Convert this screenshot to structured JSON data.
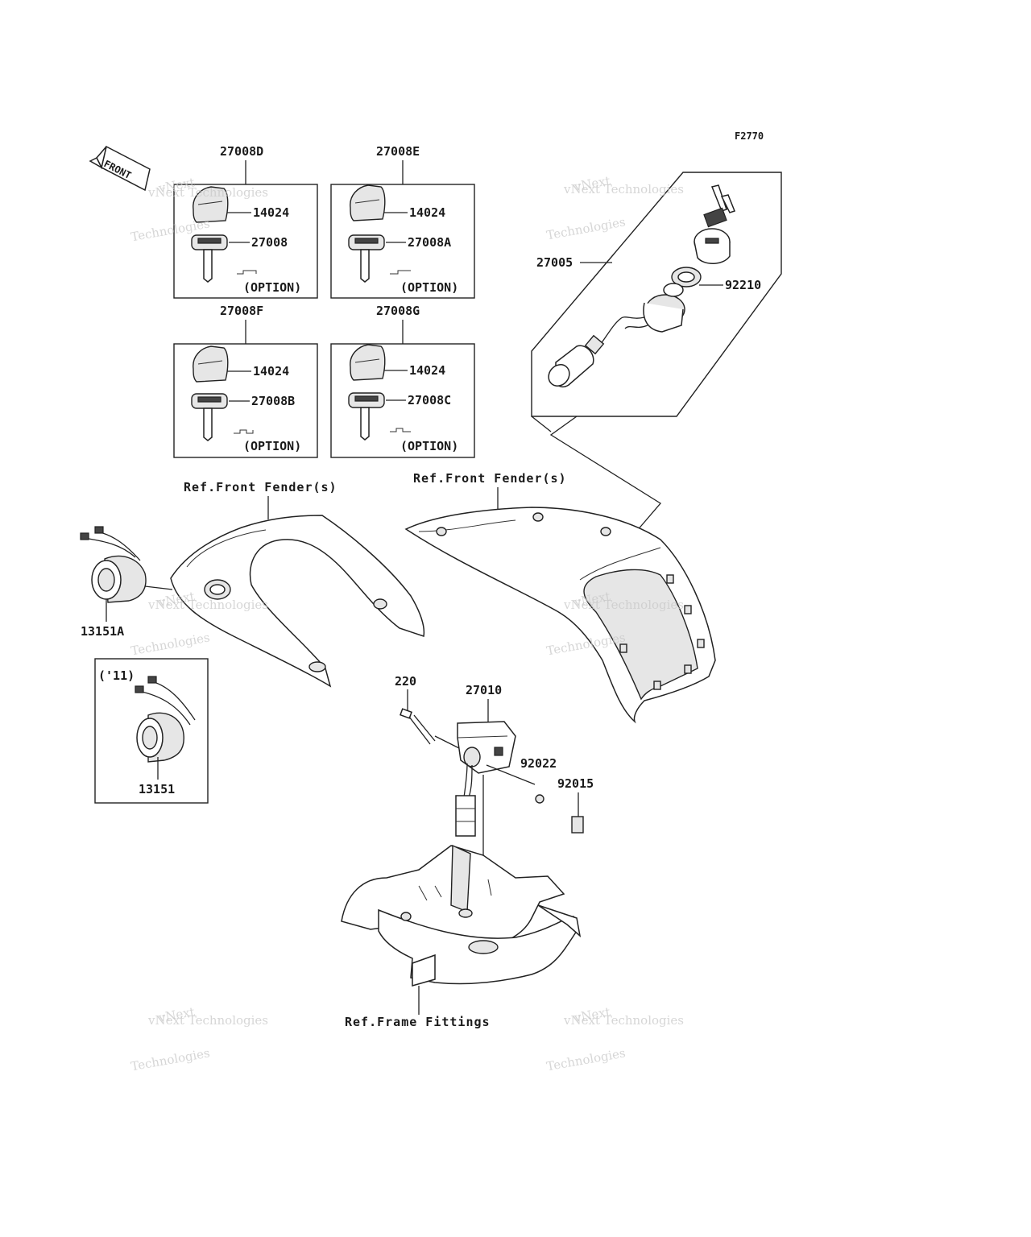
{
  "diagram_code": "F2770",
  "front_label": "FRONT",
  "key_sets": [
    {
      "code": "27008D",
      "head": "14024",
      "key": "27008",
      "note": "(OPTION)"
    },
    {
      "code": "27008E",
      "head": "14024",
      "key": "27008A",
      "note": "(OPTION)"
    },
    {
      "code": "27008F",
      "head": "14024",
      "key": "27008B",
      "note": "(OPTION)"
    },
    {
      "code": "27008G",
      "head": "14024",
      "key": "27008C",
      "note": "(OPTION)"
    }
  ],
  "ignition_switch": {
    "code": "27005",
    "nut": "92210"
  },
  "socket_a": {
    "code": "13151A"
  },
  "socket_inset": {
    "year": "('11)",
    "code": "13151"
  },
  "bracket_parts": {
    "bolt": "220",
    "switch": "27010",
    "washer": "92022",
    "nut": "92015"
  },
  "refs": {
    "fender_left": "Ref.Front Fender(s)",
    "fender_right": "Ref.Front Fender(s)",
    "frame": "Ref.Frame Fittings"
  },
  "watermark": {
    "line1": "vNext",
    "line2": "vNext Technologies",
    "line3": "Technologies"
  }
}
